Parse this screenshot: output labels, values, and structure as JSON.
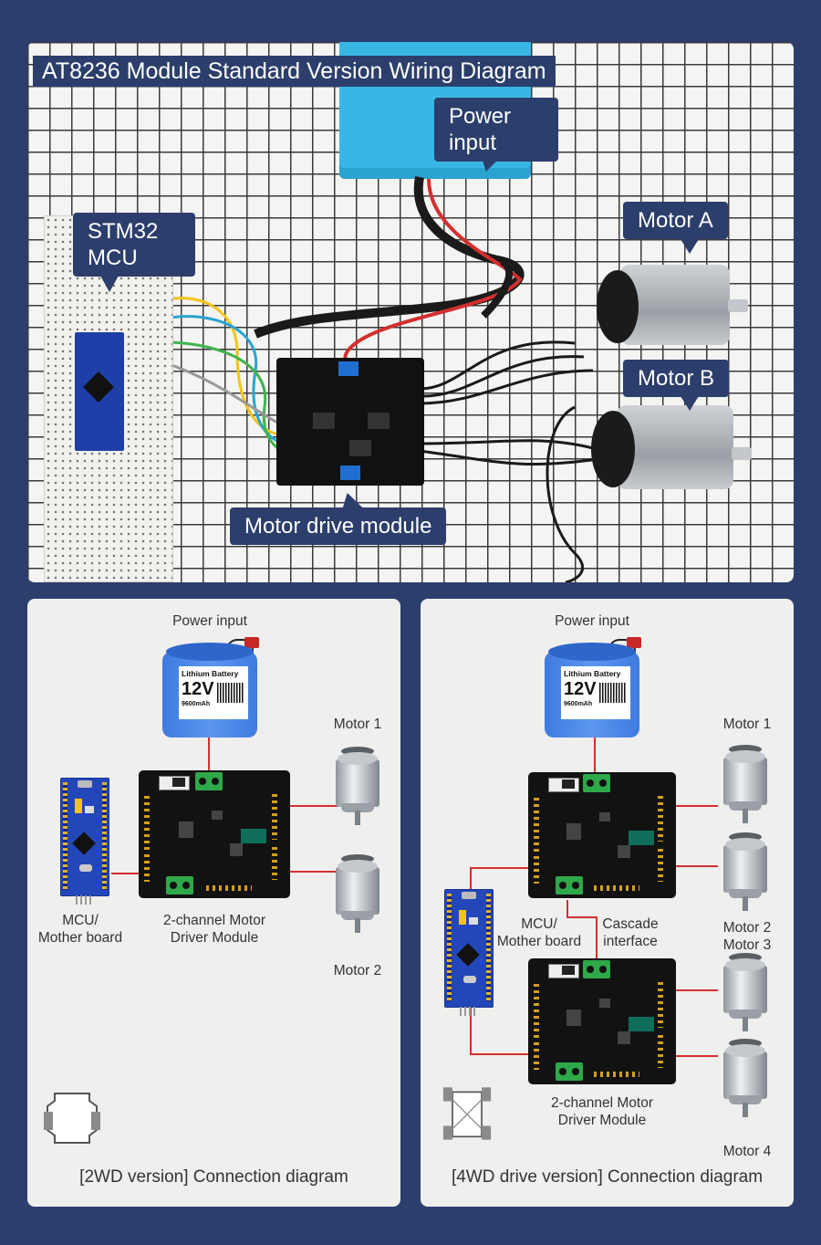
{
  "top": {
    "title": "AT8236 Module Standard Version Wiring Diagram",
    "callouts": {
      "power_input_line1": "Power",
      "power_input_line2": "input",
      "mcu_line1": "STM32",
      "mcu_line2": "MCU",
      "motor_a": "Motor A",
      "motor_b": "Motor B",
      "motor_drive_module": "Motor drive module"
    }
  },
  "left_panel": {
    "power_input": "Power input",
    "battery": {
      "title": "Lithium Battery",
      "voltage": "12V",
      "capacity": "9600mAh"
    },
    "motor1": "Motor 1",
    "motor2": "Motor 2",
    "mcu_line1": "MCU/",
    "mcu_line2": "Mother board",
    "driver_line1": "2-channel Motor",
    "driver_line2": "Driver Module",
    "caption": "[2WD version] Connection diagram"
  },
  "right_panel": {
    "power_input": "Power input",
    "battery": {
      "title": "Lithium Battery",
      "voltage": "12V",
      "capacity": "9600mAh"
    },
    "motor1": "Motor 1",
    "motor2": "Motor 2",
    "motor3": "Motor 3",
    "motor4": "Motor 4",
    "mcu_line1": "MCU/",
    "mcu_line2": "Mother board",
    "cascade_line1": "Cascade",
    "cascade_line2": "interface",
    "driver_line1": "2-channel Motor",
    "driver_line2": "Driver Module",
    "caption": "[4WD drive version] Connection diagram"
  },
  "colors": {
    "navy": "#2c3e6b",
    "wire_red": "#d32f2f",
    "panel_bg": "#efefee"
  }
}
